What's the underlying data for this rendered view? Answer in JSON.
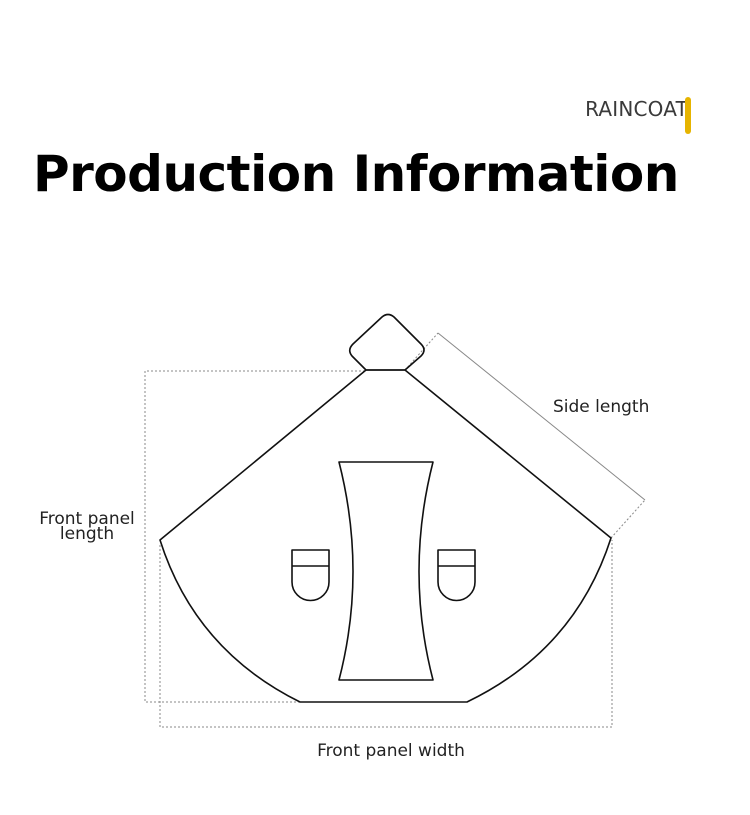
{
  "header": {
    "brand": "RAINCOAT",
    "title": "Production Information"
  },
  "colors": {
    "accent": "#e6b400",
    "line": "#111111",
    "dimension_line": "#888888"
  },
  "labels": {
    "side_length": "Side length",
    "front_panel_length_line1": "Front panel",
    "front_panel_length_line2": "length",
    "front_panel_width": "Front panel width"
  }
}
